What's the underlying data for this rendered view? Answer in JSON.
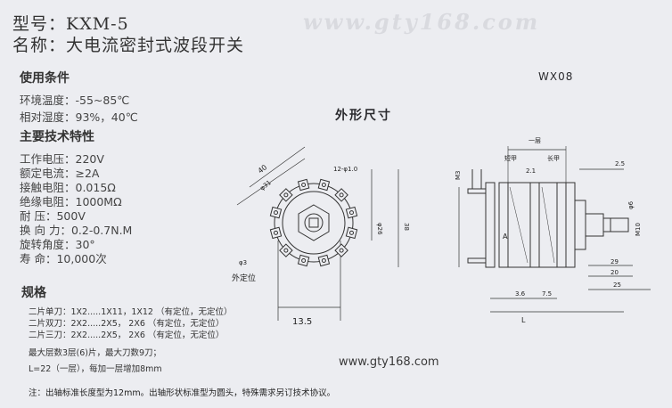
{
  "header": {
    "model": "型号：KXM-5",
    "name": "名称：大电流密封式波段开关",
    "watermark": "www.gty168.com",
    "model_code": "WX08"
  },
  "conditions": {
    "heading": "使用条件",
    "temperature": "环境温度：-55~85℃",
    "humidity": "相对湿度：93%，40℃"
  },
  "specs": {
    "heading": "主要技术特性",
    "items": [
      "工作电压：220V",
      "额定电流：≥2A",
      "接触电阻：0.015Ω",
      "绝缘电阻：1000MΩ",
      "耐    压：500V",
      "换 向 力：0.2-0.7N.M",
      "旋转角度：30°",
      "寿    命：10,000次"
    ]
  },
  "drawing": {
    "heading": "外形尺寸",
    "labels": {
      "d40": "40",
      "d31_diag": "φ31",
      "d12": "12-φ1.0",
      "d26": "φ26",
      "d38": "38",
      "d3": "φ3",
      "positioning": "外定位",
      "d135": "13.5",
      "one_layer": "一层",
      "short_a": "短甲",
      "long_a": "长甲",
      "d21": "2.1",
      "d25": "2.5",
      "m3": "M3",
      "d31": "31",
      "a": "A",
      "d6": "φ6",
      "m10": "M10",
      "d20": "20",
      "d29": "29",
      "d25b": "25",
      "d36": "3.6",
      "d75": "7.5",
      "l": "L"
    }
  },
  "rules": {
    "heading": "规格",
    "lines": [
      "二片单刀：1X2.....1X11，1X12  （有定位，无定位）",
      "二片双刀：2X2.....2X5，  2X6      （有定位，无定位）",
      "二片三刀：2X2.....2X5，  2X6      （有定位，无定位）",
      "最大层数3层(6)片，最大刀数9刀；",
      "L=22（一层），每加一层增加8mm"
    ]
  },
  "footer": {
    "watermark": "www.gty168.com",
    "note": "注：出轴标准长度型为12mm。出轴形状标准型为圆头，特殊需求另订技术协议。"
  }
}
